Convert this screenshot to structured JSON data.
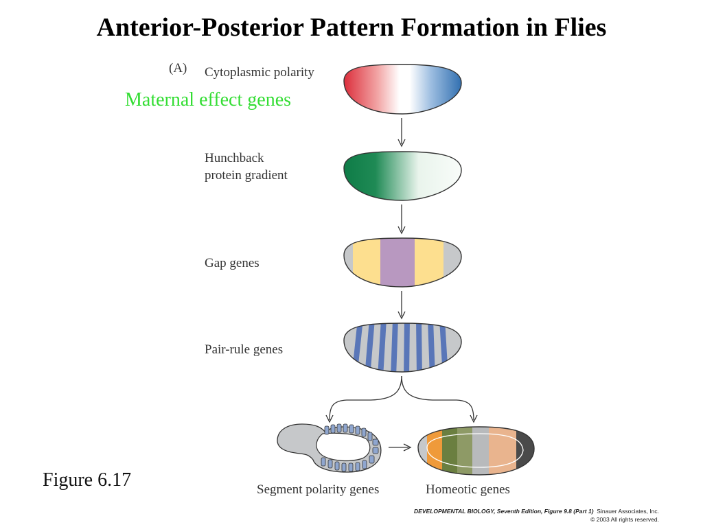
{
  "title": "Anterior-Posterior Pattern Formation in Flies",
  "panel_letter": "(A)",
  "annotation": "Maternal effect genes",
  "stages": {
    "cytoplasmic": "Cytoplasmic polarity",
    "hunchback_line1": "Hunchback",
    "hunchback_line2": "protein gradient",
    "gap": "Gap genes",
    "pair_rule": "Pair-rule genes",
    "segment_polarity": "Segment polarity genes",
    "homeotic": "Homeotic genes"
  },
  "figure_label": "Figure 6.17",
  "credit": {
    "book": "DEVELOPMENTAL BIOLOGY, Seventh Edition, Figure 9.8 (Part 1)",
    "publisher": "Sinauer Associates, Inc.",
    "copyright": "© 2003 All rights reserved."
  },
  "colors": {
    "anterior_red": "#d9202f",
    "posterior_blue": "#1f62a8",
    "hunchback_green": "#0c7a45",
    "gap_yellow": "#fddf8f",
    "gap_purple": "#b898c0",
    "embryo_gray": "#c6c8ca",
    "stripe_blue": "#5976b8",
    "homeotic_orange": "#ef9a3a",
    "homeotic_olive": "#6b7f40",
    "homeotic_khaki": "#8e9a66",
    "homeotic_peach": "#e9b48e",
    "homeotic_dark": "#4a4a4a",
    "maternal_text": "#33dd33"
  }
}
